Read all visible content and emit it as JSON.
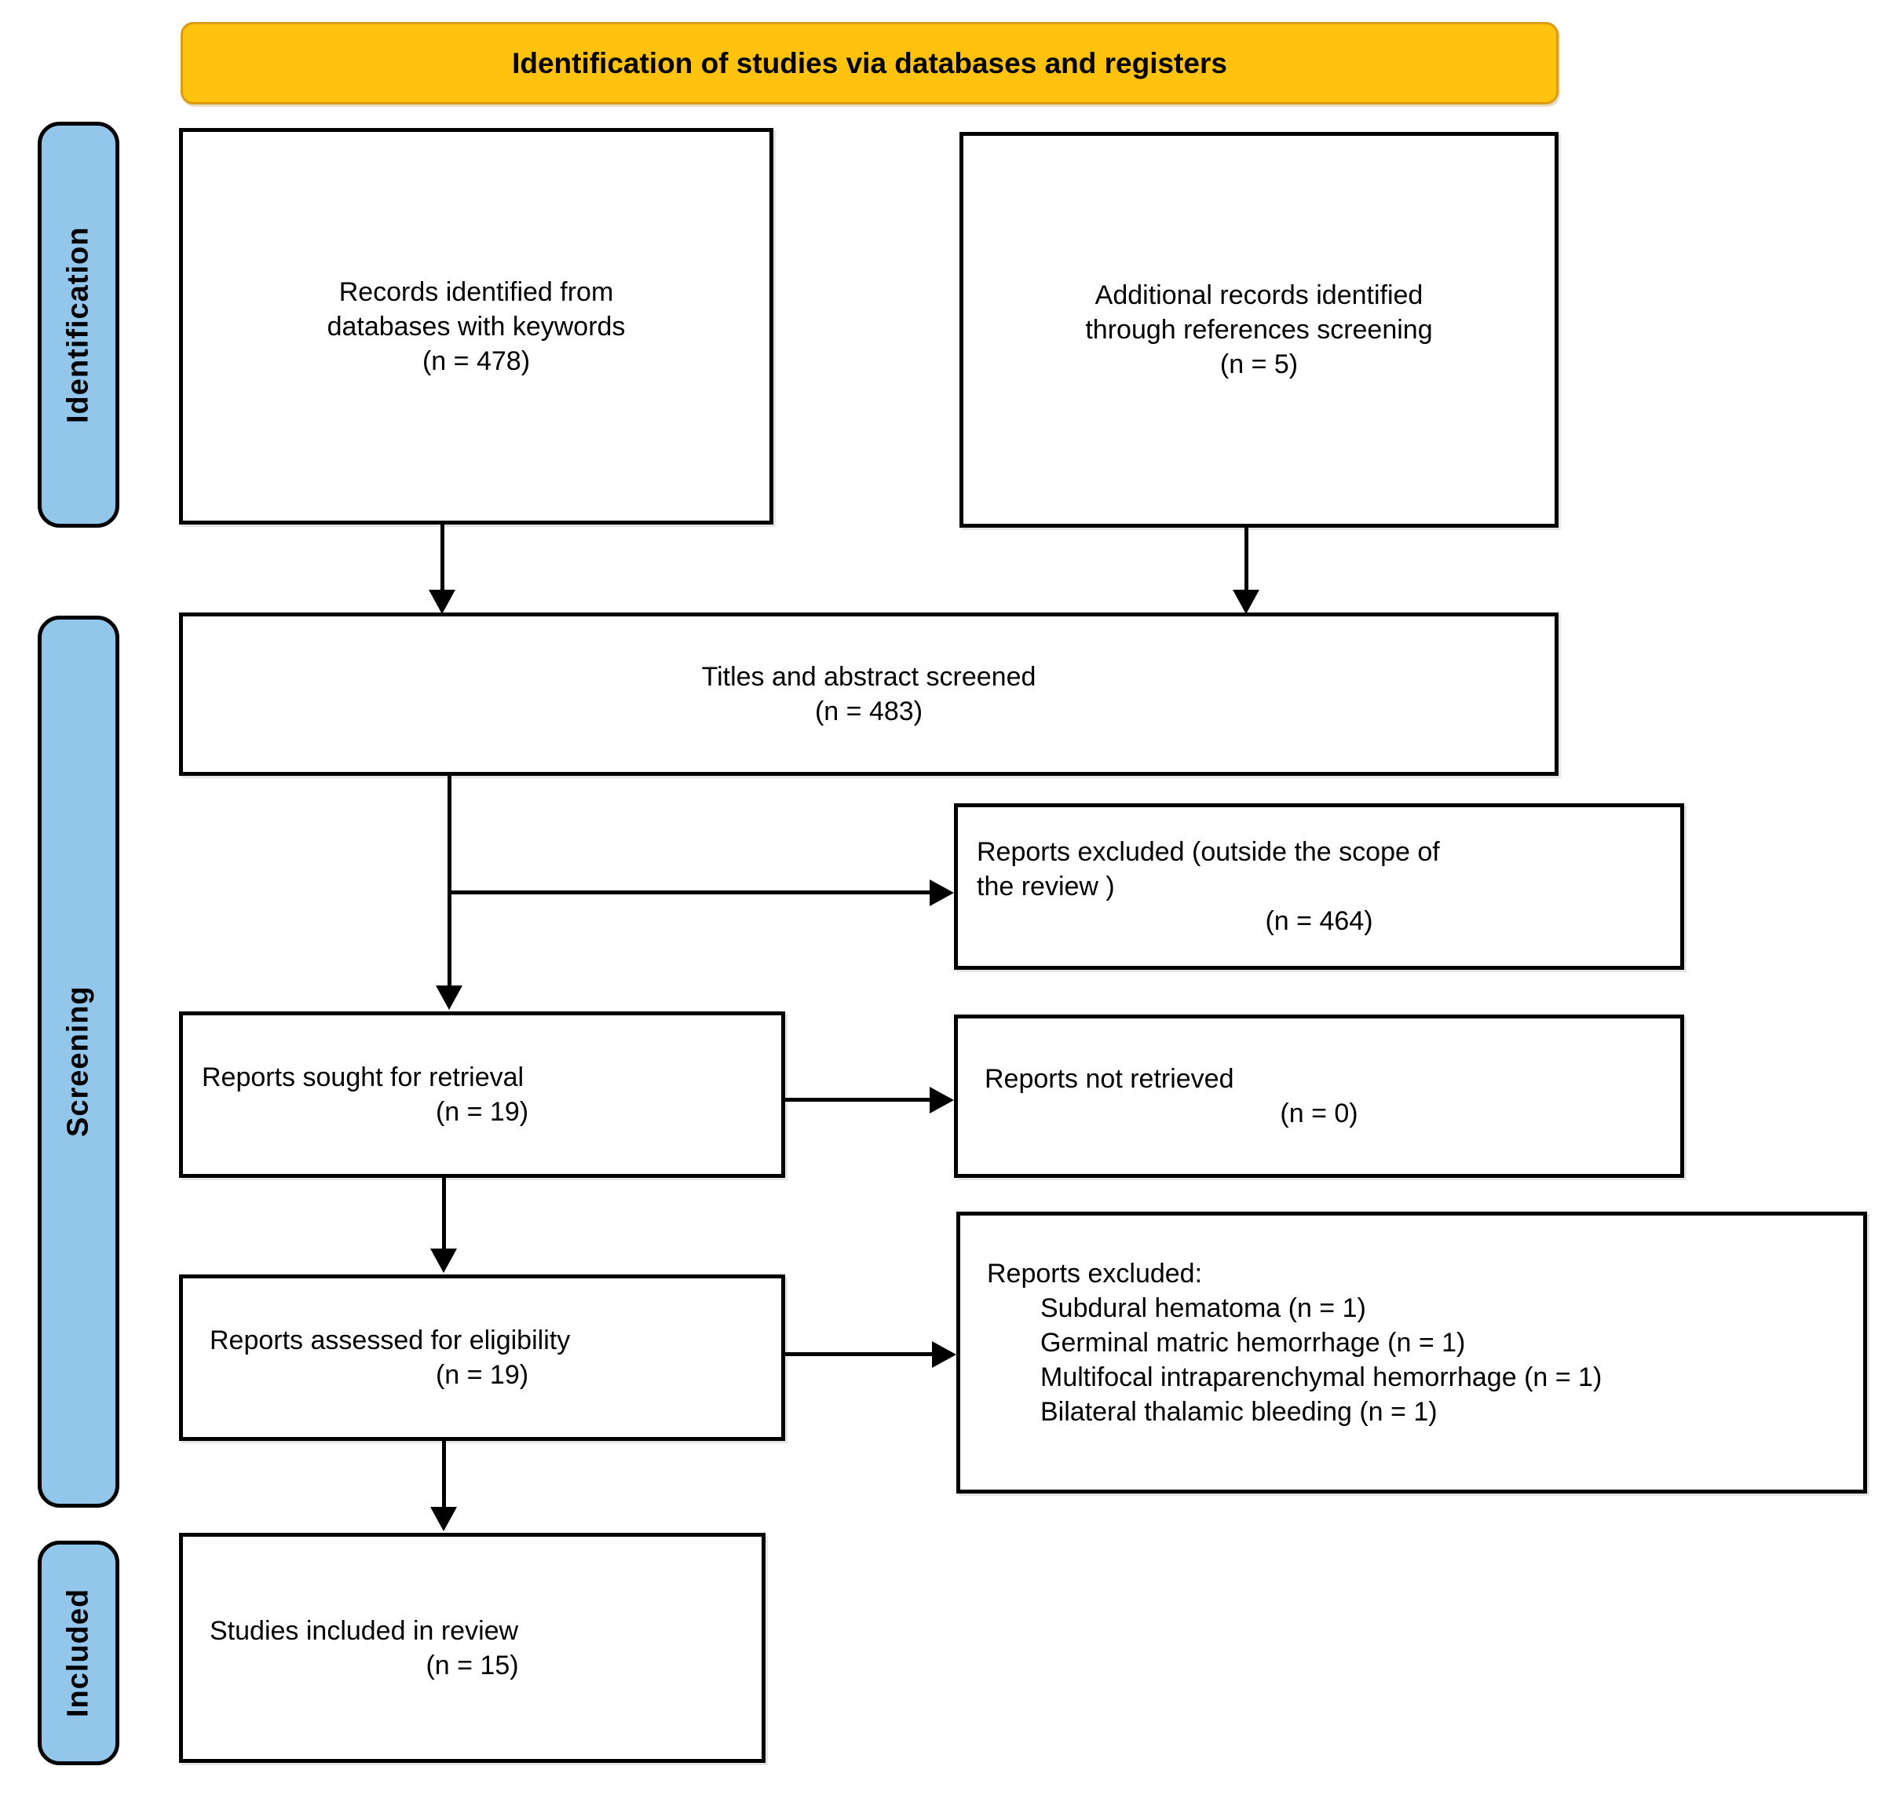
{
  "banner": {
    "title": "Identification of studies via databases and registers"
  },
  "stage_labels": {
    "identification": "Identification",
    "screening": "Screening",
    "included": "Included"
  },
  "colors": {
    "banner_fill": "#FFC20E",
    "banner_border": "#D99C14",
    "stage_fill": "#92C7EB",
    "box_border": "#000000"
  },
  "boxes": {
    "records_db": {
      "line1": "Records identified from",
      "line2": "databases with keywords",
      "n": "(n = 478)"
    },
    "records_refs": {
      "line1": "Additional records identified",
      "line2": "through references screening",
      "n": "(n = 5)"
    },
    "titles_screened": {
      "line1": "Titles and abstract screened",
      "n": "(n = 483)"
    },
    "excluded_scope": {
      "line1": "Reports excluded (outside the scope of",
      "line2": "the review )",
      "n": "(n = 464)"
    },
    "sought": {
      "line1": "Reports sought for retrieval",
      "n": "(n = 19)"
    },
    "not_retrieved": {
      "line1": "Reports not retrieved",
      "n": "(n = 0)"
    },
    "assessed": {
      "line1": "Reports assessed for eligibility",
      "n": "(n = 19)"
    },
    "excluded_reasons": {
      "heading": "Reports excluded:",
      "items": [
        "Subdural hematoma (n = 1)",
        "Germinal matric hemorrhage (n = 1)",
        "Multifocal intraparenchymal hemorrhage (n = 1)",
        "Bilateral thalamic bleeding (n = 1)"
      ]
    },
    "included_studies": {
      "line1": "Studies included in review",
      "n": "(n = 15)"
    }
  }
}
